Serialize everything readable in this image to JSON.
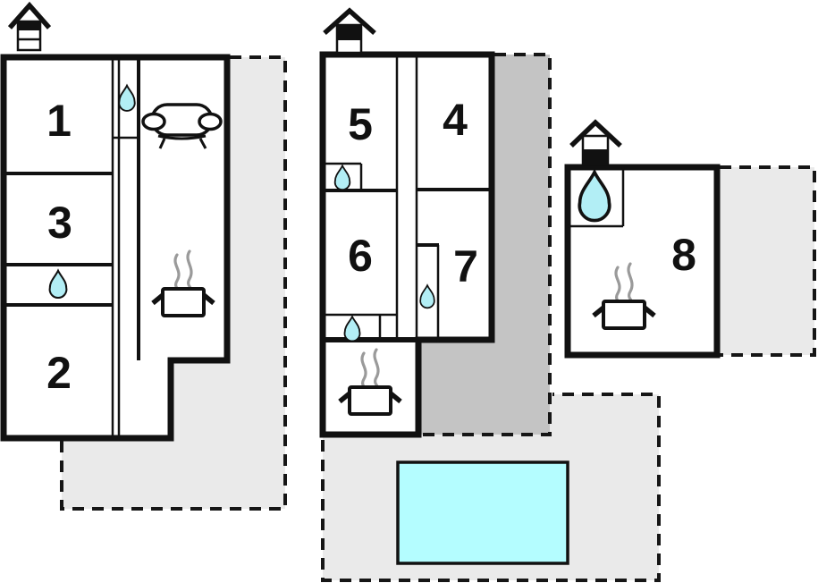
{
  "plan": {
    "type": "floor-plan",
    "buildings": [
      {
        "id": "house-a",
        "rooms": [
          "1",
          "3",
          "2"
        ],
        "amenities": [
          "water",
          "water",
          "sofa",
          "stove"
        ]
      },
      {
        "id": "house-b",
        "rooms": [
          "5",
          "4",
          "6",
          "7"
        ],
        "amenities": [
          "water",
          "water",
          "water",
          "stove"
        ]
      },
      {
        "id": "house-c",
        "rooms": [
          "8"
        ],
        "amenities": [
          "water",
          "stove"
        ]
      }
    ],
    "pool_present": true
  },
  "rooms": {
    "r1": "1",
    "r2": "2",
    "r3": "3",
    "r4": "4",
    "r5": "5",
    "r6": "6",
    "r7": "7",
    "r8": "8"
  },
  "icons": {
    "water": "water-drop",
    "stove": "cooking-pot-with-steam",
    "sofa": "sofa",
    "house": "house-marker",
    "pool": "swimming-pool"
  },
  "colors": {
    "wall": "#111111",
    "terrace_light": "#eaeaea",
    "terrace_dark": "#c4c4c4",
    "pool_water": "#b4fdff",
    "water_drop": "#b2eef5",
    "steam": "#9a9a9a"
  }
}
